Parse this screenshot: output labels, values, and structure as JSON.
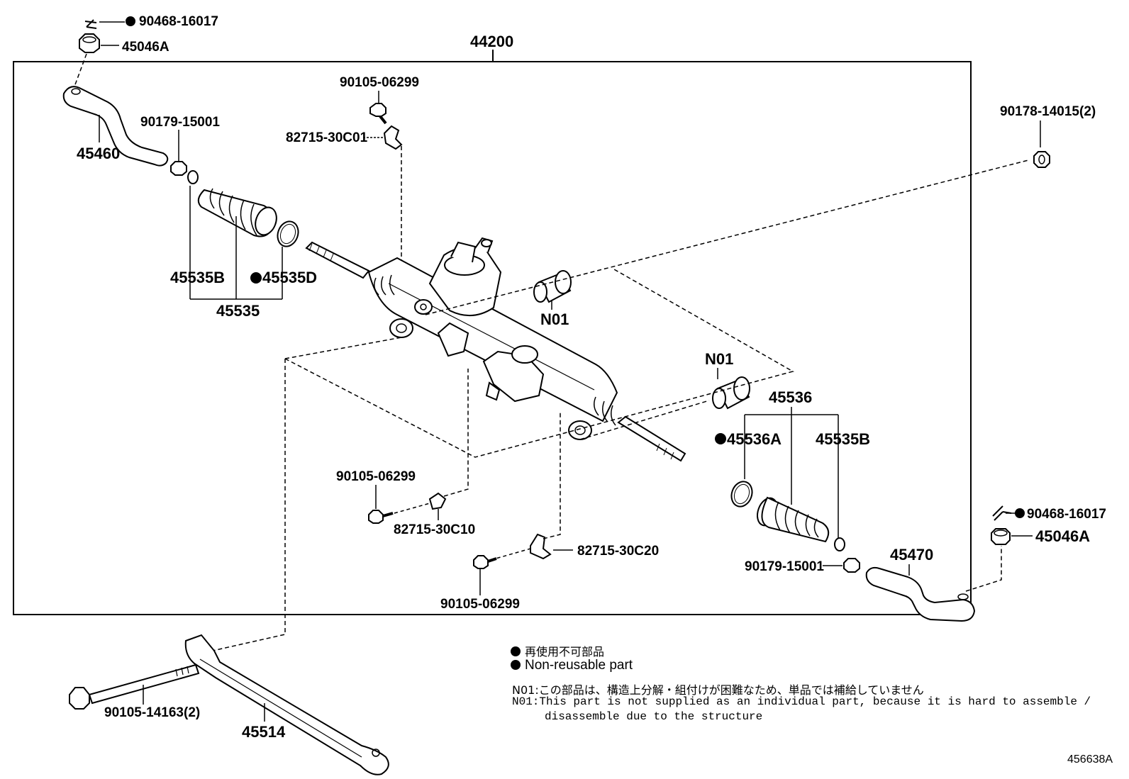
{
  "parts": {
    "assembly": "44200",
    "cotter_pin_left": "90468-16017",
    "nut_left": "45046A",
    "tie_rod_end_left": "45460",
    "lock_nut_left": "90179-15001",
    "clip_left": "45535B",
    "boot_left": "45535",
    "clamp_left": "45535D",
    "bolt_top": "90105-06299",
    "bracket_top": "82715-30C01",
    "bushing_upper": "N01",
    "bushing_lower": "N01",
    "nut_right_mount": "90178-14015(2)",
    "boot_right": "45536",
    "clamp_right": "45536A",
    "clip_right": "45535B",
    "bolt_mid": "90105-06299",
    "bracket_mid": "82715-30C10",
    "bracket_low": "82715-30C20",
    "bolt_low": "90105-06299",
    "lock_nut_right": "90179-15001",
    "tie_rod_end_right": "45470",
    "cotter_pin_right": "90468-16017",
    "nut_right": "45046A",
    "bolt_bottom": "90105-14163(2)",
    "brace": "45514"
  },
  "legend": {
    "jp": "再使用不可部品",
    "en": "Non-reusable part"
  },
  "notes": {
    "n01_jp": "N01:この部品は、構造上分解・組付けが困難なため、単品では補給していません",
    "n01_en_line1": "N01:This part is not supplied as an individual part, because it is hard to assemble /",
    "n01_en_line2": "disassemble due to the structure"
  },
  "doc_id": "456638A"
}
